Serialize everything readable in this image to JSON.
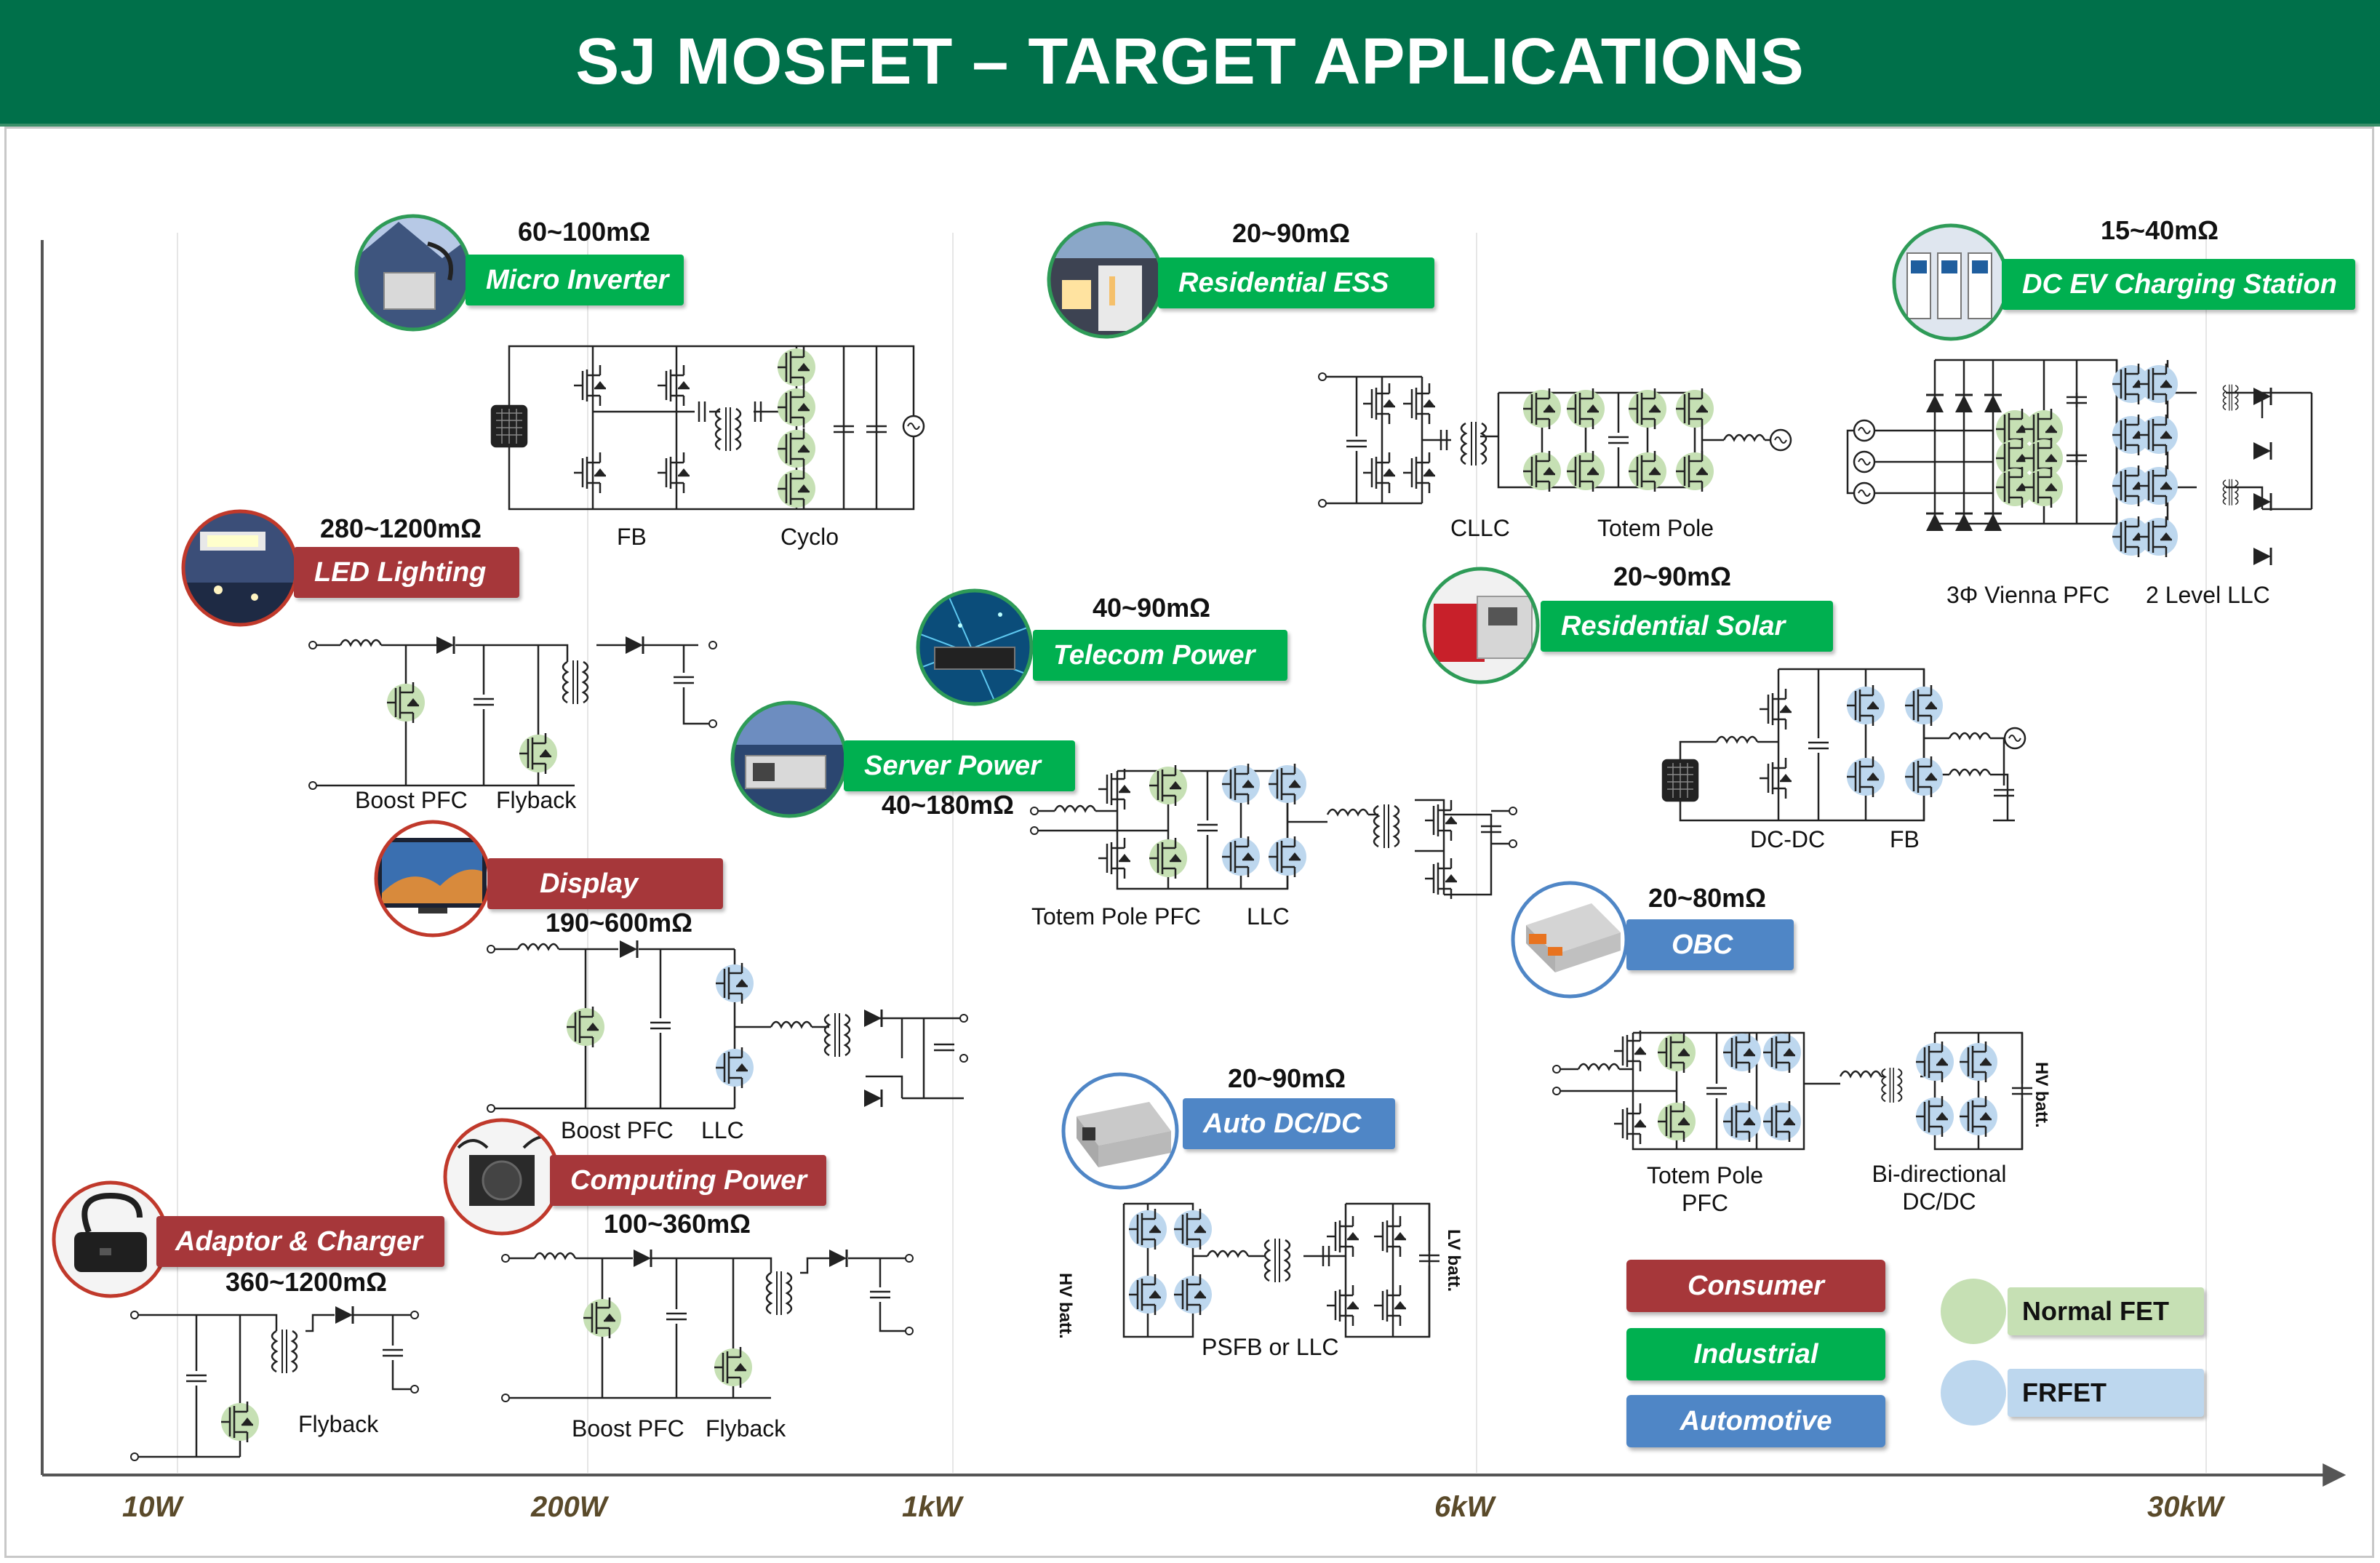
{
  "title": "SJ MOSFET – TARGET APPLICATIONS",
  "axis": {
    "ticks": [
      "10W",
      "200W",
      "1kW",
      "6kW",
      "30kW"
    ]
  },
  "applications": {
    "micro_inverter": {
      "name": "Micro Inverter",
      "ron": "60~100mΩ",
      "labels": [
        "FB",
        "Cyclo"
      ]
    },
    "led_lighting": {
      "name": "LED Lighting",
      "ron": "280~1200mΩ",
      "labels": [
        "Boost PFC",
        "Flyback"
      ]
    },
    "display": {
      "name": "Display",
      "ron": "190~600mΩ",
      "labels": [
        "Boost PFC",
        "LLC"
      ]
    },
    "computing_power": {
      "name": "Computing Power",
      "ron": "100~360mΩ",
      "labels": [
        "Boost PFC",
        "Flyback"
      ]
    },
    "adaptor_charger": {
      "name": "Adaptor & Charger",
      "ron": "360~1200mΩ",
      "labels": [
        "Flyback"
      ]
    },
    "residential_ess": {
      "name": "Residential ESS",
      "ron": "20~90mΩ",
      "labels": [
        "CLLC",
        "Totem Pole"
      ]
    },
    "telecom_power": {
      "name": "Telecom Power",
      "ron": "40~90mΩ"
    },
    "server_power": {
      "name": "Server Power",
      "ron": "40~180mΩ",
      "labels": [
        "Totem Pole PFC",
        "LLC"
      ]
    },
    "auto_dcdc": {
      "name": "Auto DC/DC",
      "ron": "20~90mΩ",
      "labels": [
        "PSFB or LLC"
      ],
      "batt_left": "HV batt.",
      "batt_right": "LV batt."
    },
    "dc_ev": {
      "name": "DC EV Charging Station",
      "ron": "15~40mΩ",
      "labels": [
        "3Φ Vienna PFC",
        "2 Level LLC"
      ]
    },
    "residential_solar": {
      "name": "Residential Solar",
      "ron": "20~90mΩ",
      "labels": [
        "DC-DC",
        "FB"
      ]
    },
    "obc": {
      "name": "OBC",
      "ron": "20~80mΩ",
      "labels": [
        "Totem Pole",
        "PFC",
        "Bi-directional",
        "DC/DC"
      ],
      "batt": "HV batt."
    }
  },
  "legend": {
    "segments": [
      "Consumer",
      "Industrial",
      "Automotive"
    ],
    "fet_types": [
      "Normal FET",
      "FRFET"
    ]
  },
  "colors": {
    "header": "#00704a",
    "consumer": "#a6373a",
    "industrial": "#00b050",
    "automotive": "#4f86c6",
    "normal_fet": "#c6e0b4",
    "frfet": "#bdd7ee"
  }
}
